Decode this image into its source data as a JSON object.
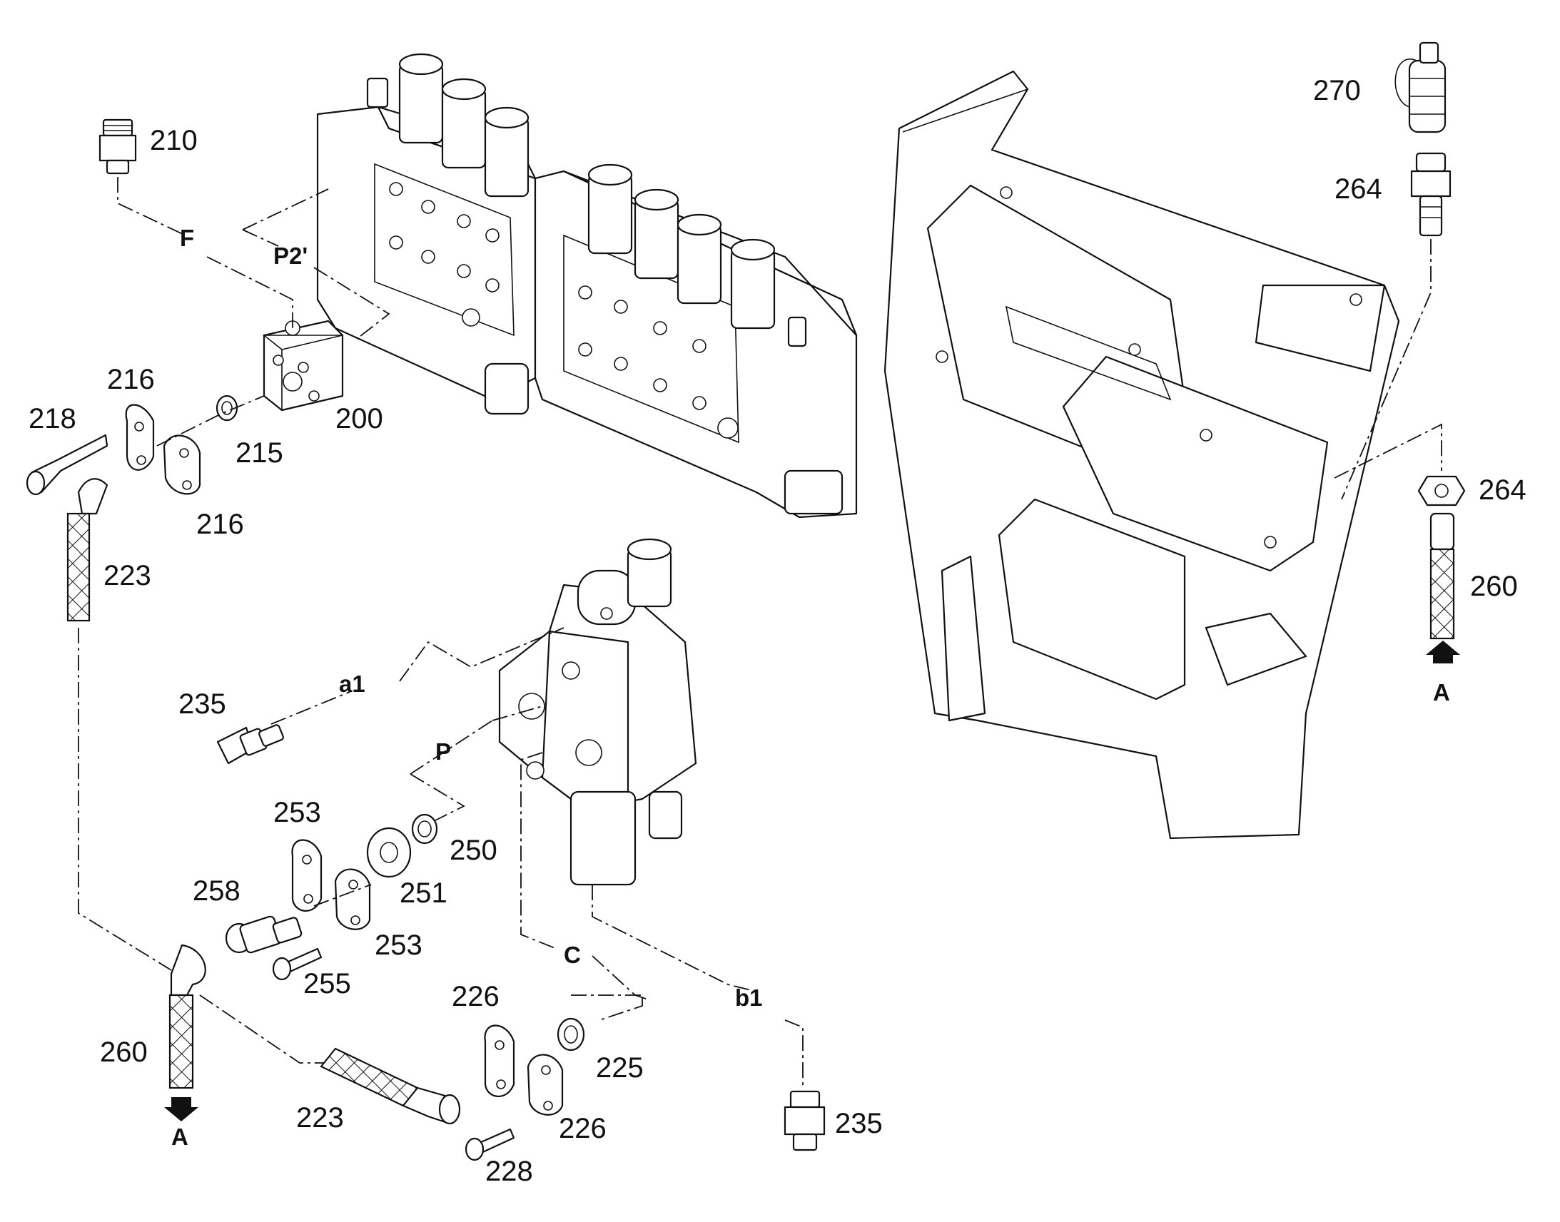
{
  "labels": {
    "p200": "200",
    "p210": "210",
    "p215": "215",
    "p216a": "216",
    "p216b": "216",
    "p218": "218",
    "p223a": "223",
    "p223b": "223",
    "p225": "225",
    "p226a": "226",
    "p226b": "226",
    "p228": "228",
    "p235a": "235",
    "p235b": "235",
    "p250": "250",
    "p251": "251",
    "p253a": "253",
    "p253b": "253",
    "p255": "255",
    "p258": "258",
    "p260a": "260",
    "p260b": "260",
    "p264a": "264",
    "p264b": "264",
    "p270": "270"
  },
  "ports": {
    "F": "F",
    "P2": "P2'",
    "a1": "a1",
    "P": "P",
    "C": "C",
    "b1": "b1",
    "A_left": "A",
    "A_right": "A"
  },
  "icons": {
    "arrow_left": "arrow-down-icon",
    "arrow_right": "arrow-up-icon"
  }
}
